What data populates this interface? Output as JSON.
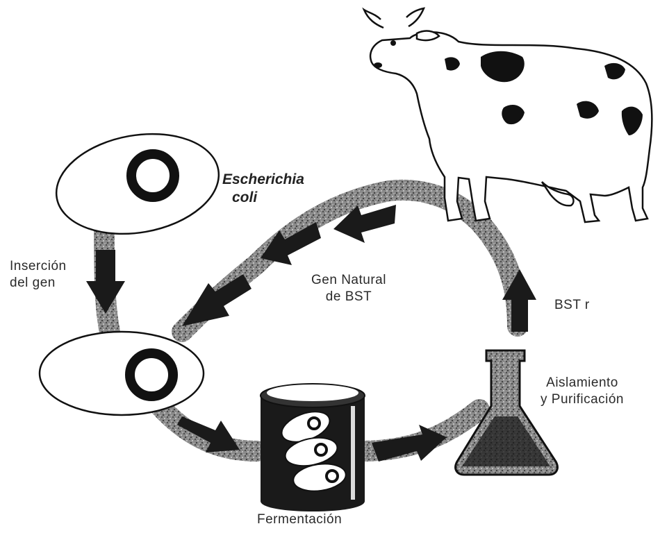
{
  "labels": {
    "organism": [
      "Escherichia",
      "coli"
    ],
    "gene_insertion": [
      "Inserción",
      "del gen"
    ],
    "natural_gene": [
      "Gen Natural",
      "de BST"
    ],
    "recombinant": "BST r",
    "isolation": [
      "Aislamiento",
      "y Purificación"
    ],
    "fermentation": "Fermentación"
  },
  "colors": {
    "stroke": "#111111",
    "path_fill": "#6f6f6f",
    "arrow_fill": "#1a1a1a",
    "cow_spot": "#111111",
    "background": "#ffffff"
  }
}
